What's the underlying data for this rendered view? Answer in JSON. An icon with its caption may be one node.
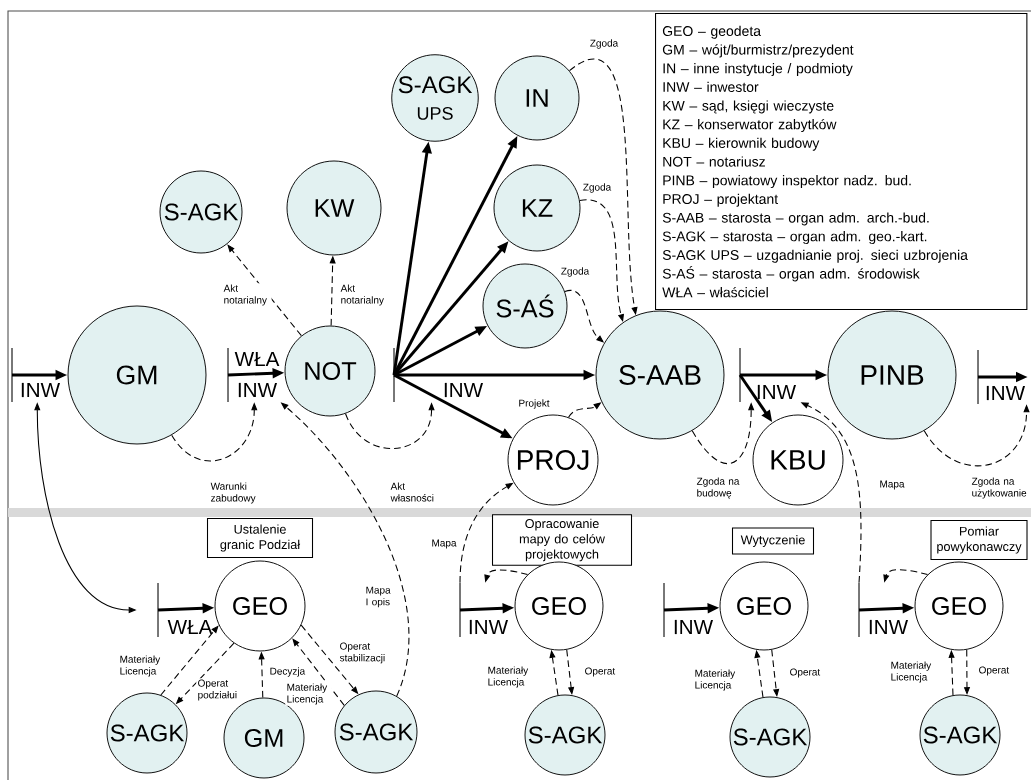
{
  "diagram": {
    "nodes": [
      {
        "text": [
          "S-AGK",
          "UPS"
        ]
      },
      {
        "text": [
          "IN"
        ]
      },
      {
        "text": [
          "KZ"
        ]
      },
      {
        "text": [
          "S-AGK"
        ]
      },
      {
        "text": [
          "KW"
        ]
      },
      {
        "text": [
          "S-AŚ"
        ]
      },
      {
        "text": [
          "INW"
        ]
      },
      {
        "text": [
          "GM"
        ]
      },
      {
        "text": [
          "WŁA",
          "INW"
        ]
      },
      {
        "text": [
          "NOT"
        ]
      },
      {
        "text": [
          "INW"
        ]
      },
      {
        "text": [
          "PROJ"
        ]
      },
      {
        "text": [
          "S-AAB"
        ]
      },
      {
        "text": [
          "INW"
        ]
      },
      {
        "text": [
          "KBU"
        ]
      },
      {
        "text": [
          "PINB"
        ]
      },
      {
        "text": [
          "INW"
        ]
      },
      {
        "text": [
          "Ustalenie granic Podział"
        ]
      },
      {
        "text": [
          "WŁA"
        ]
      },
      {
        "text": [
          "GEO"
        ]
      },
      {
        "text": [
          "S-AGK"
        ]
      },
      {
        "text": [
          "GM"
        ]
      },
      {
        "text": [
          "S-AGK"
        ]
      },
      {
        "text": [
          "Opracowanie mapy do celów projektowych"
        ]
      },
      {
        "text": [
          "INW"
        ]
      },
      {
        "text": [
          "GEO"
        ]
      },
      {
        "text": [
          "S-AGK"
        ]
      },
      {
        "text": [
          "Wytyczenie"
        ]
      },
      {
        "text": [
          "INW"
        ]
      },
      {
        "text": [
          "GEO"
        ]
      },
      {
        "text": [
          "S-AGK"
        ]
      },
      {
        "text": [
          "Pomiar powykonawczy"
        ]
      },
      {
        "text": [
          "INW"
        ]
      },
      {
        "text": [
          "GEO"
        ]
      },
      {
        "text": [
          "S-AGK"
        ]
      }
    ],
    "edges": [
      {
        "from": 6,
        "to": 7,
        "arrow": "to",
        "style": "thick"
      },
      {
        "from": 8,
        "to": 9,
        "arrow": "to",
        "style": "thick"
      },
      {
        "from": 10,
        "to": 0,
        "arrow": "to",
        "style": "thick"
      },
      {
        "from": 10,
        "to": 1,
        "arrow": "to",
        "style": "thick"
      },
      {
        "from": 10,
        "to": 2,
        "arrow": "to",
        "style": "thick"
      },
      {
        "from": 10,
        "to": 5,
        "arrow": "to",
        "style": "thick"
      },
      {
        "from": 10,
        "to": 12,
        "arrow": "to",
        "style": "thick"
      },
      {
        "from": 10,
        "to": 11,
        "arrow": "to",
        "style": "thick"
      },
      {
        "from": 13,
        "to": 15,
        "arrow": "to",
        "style": "thick"
      },
      {
        "from": 13,
        "to": 14,
        "arrow": "to",
        "style": "thick"
      },
      {
        "from": 16,
        "to": null,
        "arrow": "to",
        "style": "thick"
      },
      {
        "from": 9,
        "to": 3,
        "arrow": "to",
        "style": "dashed",
        "label": "Akt notarialny"
      },
      {
        "from": 9,
        "to": 4,
        "arrow": "to",
        "style": "dashed",
        "label": "Akt notarialny"
      },
      {
        "from": 1,
        "to": 12,
        "arrow": "to",
        "style": "dashed",
        "label": "Zgoda"
      },
      {
        "from": 2,
        "to": 12,
        "arrow": "to",
        "style": "dashed",
        "label": "Zgoda"
      },
      {
        "from": 5,
        "to": 12,
        "arrow": "to",
        "style": "dashed",
        "label": "Zgoda"
      },
      {
        "from": 11,
        "to": 12,
        "arrow": "to",
        "style": "dashed",
        "label": "Projekt"
      },
      {
        "from": 7,
        "to": 8,
        "arrow": "to",
        "style": "dashed",
        "label": "Warunki zabudowy"
      },
      {
        "from": 9,
        "to": 10,
        "arrow": "to",
        "style": "dashed",
        "label": "Akt własności"
      },
      {
        "from": 12,
        "to": 13,
        "arrow": "to",
        "style": "dashed",
        "label": "Zgoda na budowę"
      },
      {
        "from": 15,
        "to": 16,
        "arrow": "to",
        "style": "dashed",
        "label": "Zgoda na użytkowanie"
      },
      {
        "from": 32,
        "to": 13,
        "arrow": "to",
        "style": "dashed",
        "label": "Mapa"
      },
      {
        "from": 24,
        "to": 11,
        "arrow": "to",
        "style": "dashed",
        "label": "Mapa"
      },
      {
        "from": 25,
        "to": 24,
        "arrow": "to",
        "style": "dashed"
      },
      {
        "from": 6,
        "to": 18,
        "arrow": "both"
      },
      {
        "from": 18,
        "to": 19,
        "arrow": "to",
        "style": "thick"
      },
      {
        "from": 20,
        "to": 19,
        "arrow": "to",
        "style": "dashed",
        "label": "Materiały Licencja"
      },
      {
        "from": 19,
        "to": 20,
        "arrow": "to",
        "style": "dashed",
        "label": "Operat podziałui"
      },
      {
        "from": 21,
        "to": 19,
        "arrow": "to",
        "style": "dashed",
        "label": "Decyzja"
      },
      {
        "from": 22,
        "to": 19,
        "arrow": "to",
        "style": "dashed",
        "label": "Materiały Licencja"
      },
      {
        "from": 19,
        "to": 22,
        "arrow": "to",
        "style": "dashed",
        "label": "Operat stabilizacji"
      },
      {
        "from": 24,
        "to": 25,
        "arrow": "to",
        "style": "thick"
      },
      {
        "from": 26,
        "to": 25,
        "arrow": "to",
        "style": "dashed",
        "label": "Materiały Licencja"
      },
      {
        "from": 25,
        "to": 26,
        "arrow": "to",
        "style": "dashed",
        "label": "Operat"
      },
      {
        "from": 28,
        "to": 29,
        "arrow": "to",
        "style": "thick"
      },
      {
        "from": 30,
        "to": 29,
        "arrow": "to",
        "style": "dashed",
        "label": "Materiały Licencja"
      },
      {
        "from": 29,
        "to": 30,
        "arrow": "to",
        "style": "dashed",
        "label": "Operat"
      },
      {
        "from": 32,
        "to": 33,
        "arrow": "to",
        "style": "thick"
      },
      {
        "from": 33,
        "to": 32,
        "arrow": "to",
        "style": "dashed"
      },
      {
        "from": 34,
        "to": 33,
        "arrow": "to",
        "style": "dashed",
        "label": "Materiały Licencja"
      },
      {
        "from": 33,
        "to": 34,
        "arrow": "to",
        "style": "dashed",
        "label": "Operat"
      },
      {
        "from": 22,
        "to": 8,
        "arrow": "to",
        "style": "dashed",
        "label": "Mapa I opis"
      }
    ],
    "legend": [
      {
        "text": "GEO – geodeta"
      },
      {
        "text": "GM – wójt/burmistrz/prezydent"
      },
      {
        "text": "IN – inne instytucje / podmioty"
      },
      {
        "text": "INW – inwestor"
      },
      {
        "text": "KW – sąd, księgi wieczyste"
      },
      {
        "text": "KZ – konserwator zabytków"
      },
      {
        "text": "KBU – kierownik budowy"
      },
      {
        "text": "NOT – notariusz"
      },
      {
        "text": "PINB – powiatowy inspektor nadz. bud."
      },
      {
        "text": "PROJ – projektant"
      },
      {
        "text": "S-AAB – starosta – organ adm. arch.-bud."
      },
      {
        "text": "S-AGK – starosta – organ adm. geo.-kart."
      },
      {
        "text": "S-AGK UPS – uzgadnianie proj. sieci uzbrojenia"
      },
      {
        "text": "S-AŚ – starosta – organ adm. środowisk"
      },
      {
        "text": "WŁA – właściciel"
      }
    ]
  }
}
